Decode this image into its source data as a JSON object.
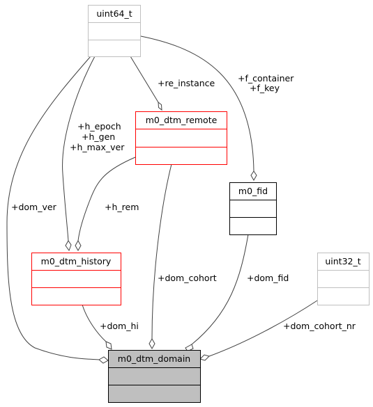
{
  "nodes": {
    "uint64_t": {
      "name": "uint64_t",
      "border": "#bfbfbf",
      "fill": "#ffffff"
    },
    "m0_dtm_remote": {
      "name": "m0_dtm_remote",
      "border": "#ff0000",
      "fill": "#ffffff"
    },
    "m0_fid": {
      "name": "m0_fid",
      "border": "#000000",
      "fill": "#ffffff"
    },
    "uint32_t": {
      "name": "uint32_t",
      "border": "#bfbfbf",
      "fill": "#ffffff"
    },
    "m0_dtm_history": {
      "name": "m0_dtm_history",
      "border": "#ff0000",
      "fill": "#ffffff"
    },
    "m0_dtm_domain": {
      "name": "m0_dtm_domain",
      "border": "#000000",
      "fill": "#bfbfbf"
    }
  },
  "edge_labels": {
    "re_instance": "+re_instance",
    "f_container": "+f_container",
    "f_key": "+f_key",
    "h_epoch": "+h_epoch",
    "h_gen": "+h_gen",
    "h_max_ver": "+h_max_ver",
    "h_rem": "+h_rem",
    "dom_ver": "+dom_ver",
    "dom_cohort": "+dom_cohort",
    "dom_fid": "+dom_fid",
    "dom_hi": "+dom_hi",
    "dom_cohort_nr": "+dom_cohort_nr"
  },
  "colors": {
    "edge": "#404040"
  }
}
